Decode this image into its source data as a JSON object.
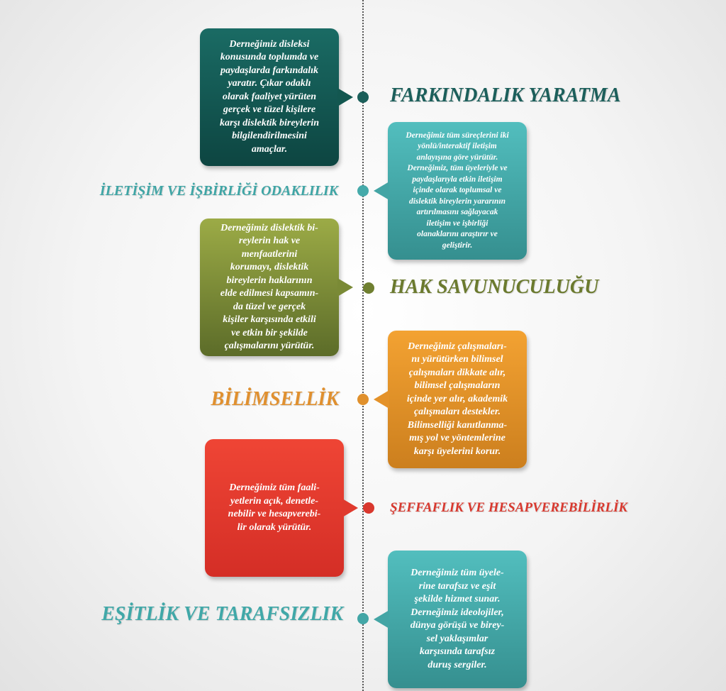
{
  "items": [
    {
      "title": "FARKINDALIK YARATMA",
      "text": "Derneğimiz disleksi\nkonusunda toplumda ve\npaydaşlarda farkındalık\nyaratır. Çıkar odaklı\nolarak faaliyet yürüten\ngerçek ve tüzel kişilere\nkarşı dislektik bireylerin\nbilgilendirilmesini\namaçlar.",
      "color": "#175f5a"
    },
    {
      "title": "İLETİŞİM VE İŞBİRLİĞİ ODAKLILIK",
      "text": "Derneğimiz tüm süreçlerini iki\nyönlü/interaktif iletişim\nanlayışına göre yürütür.\nDerneğimiz, tüm üyeleriyle ve\npaydaşlarıyla etkin iletişim\niçinde olarak toplumsal ve\ndislektik bireylerin yararının\nartırılmasını sağlayacak\niletişim ve işbirliği\nolanaklarını araştırır ve\ngeliştirir.",
      "color": "#45aaaa"
    },
    {
      "title": "HAK SAVUNUCULUĞU",
      "text": "Derneğimiz dislektik bi-\nreylerin hak ve\nmenfaatlerini\nkorumayı, dislektik\nbireylerin haklarının\nelde edilmesi kapsamın-\nda tüzel ve gerçek\nkişiler karşısında etkili\nve etkin bir şekilde\nçalışmalarını yürütür.",
      "color": "#6f7f30"
    },
    {
      "title": "BİLİMSELLİK",
      "text": "Derneğimiz çalışmaları-\nnı yürütürken bilimsel\nçalışmaları dikkate alır,\nbilimsel çalışmaların\niçinde yer alır, akademik\nçalışmaları destekler.\nBilimselliği kanıtlanma-\nmış yol ve yöntemlerine\nkarşı üyelerini korur.",
      "color": "#e0902c"
    },
    {
      "title": "ŞEFFAFLIK VE HESAPVEREBİLİRLİK",
      "text": "Derneğimiz tüm faali-\nyetlerin açık, denetle-\nnebilir ve hesapverebi-\nlir olarak yürütür.",
      "color": "#d9382e"
    },
    {
      "title": "EŞİTLİK VE TARAFSIZLIK",
      "text": "Derneğimiz tüm üyele-\nrine tarafsız ve eşit\nşekilde hizmet sunar.\nDerneğimiz ideolojiler,\ndünya görüşü ve birey-\nsel yaklaşımlar\nkarşısında tarafsız\nduruş sergiler.",
      "color": "#42a6a6"
    }
  ]
}
